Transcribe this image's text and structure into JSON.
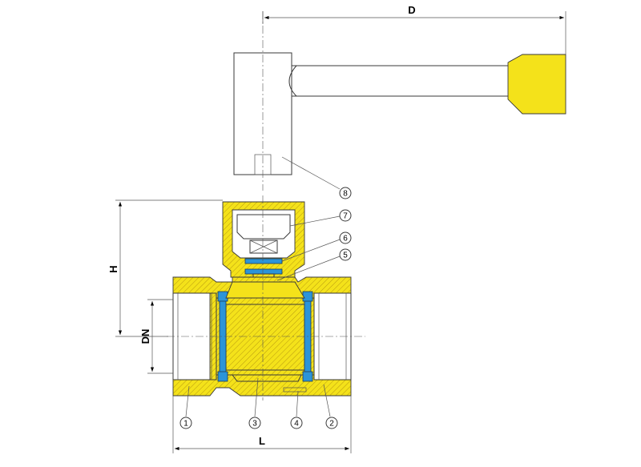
{
  "dimensions": {
    "d": "D",
    "h": "H",
    "dn": "DN",
    "l": "L"
  },
  "callouts": {
    "c1": "1",
    "c2": "2",
    "c3": "3",
    "c4": "4",
    "c5": "5",
    "c6": "6",
    "c7": "7",
    "c8": "8"
  },
  "colors": {
    "body": "#f4e21a",
    "seal": "#2c94d8",
    "grip": "#f4e21a",
    "line": "#3a3a3a"
  }
}
